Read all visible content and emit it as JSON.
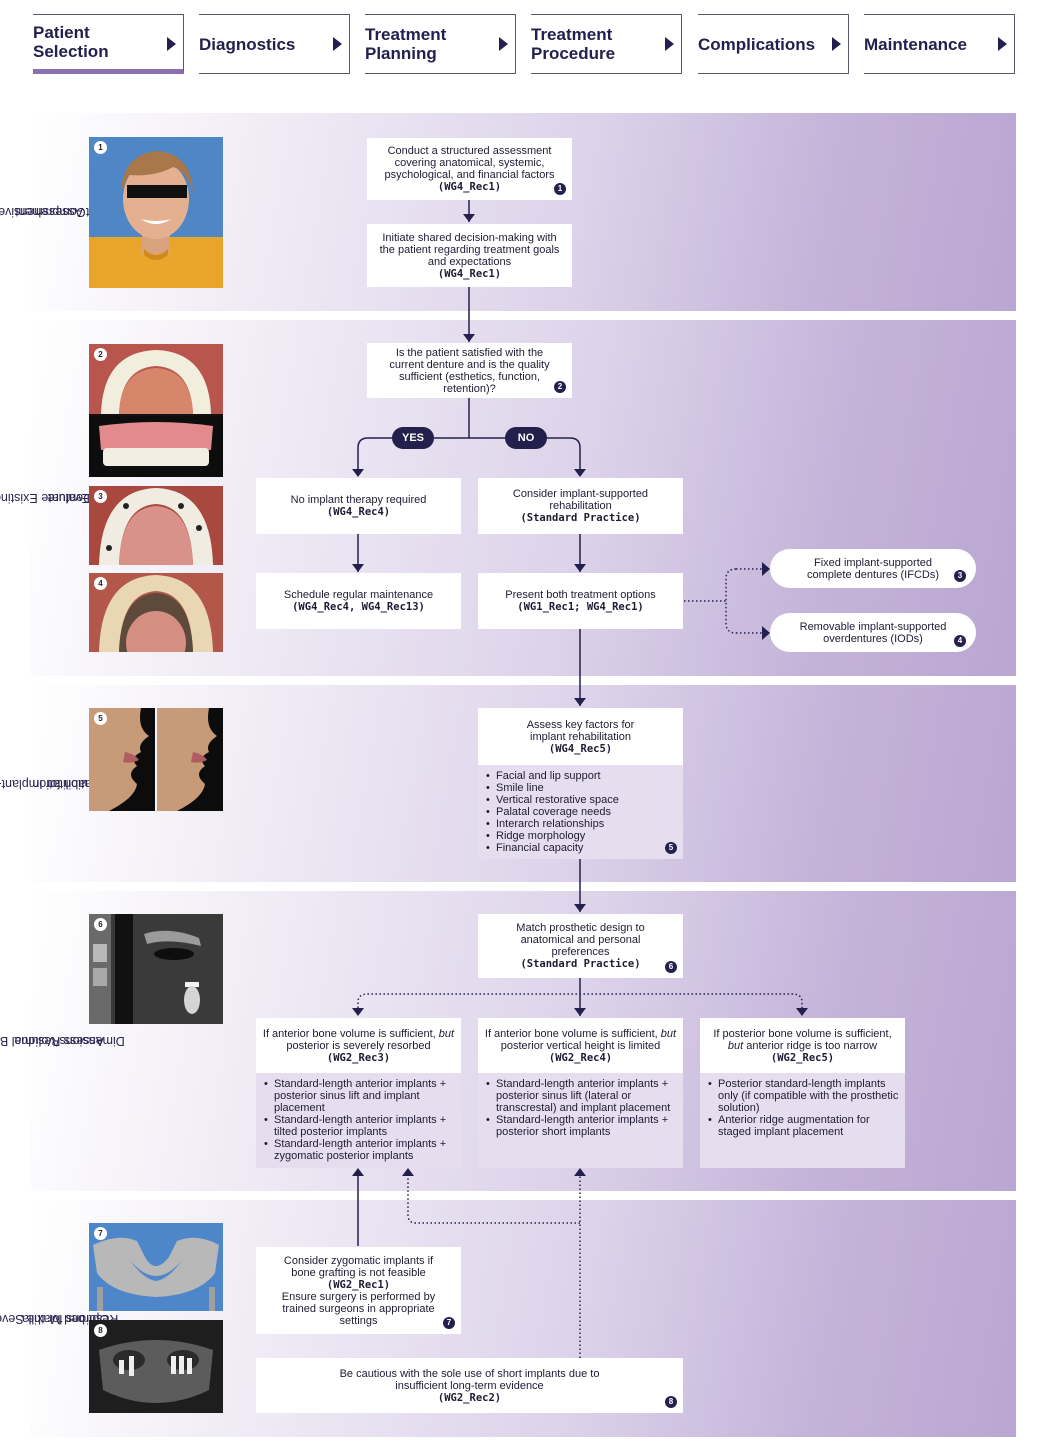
{
  "steps": [
    {
      "label": "Patient Selection",
      "active": true
    },
    {
      "label": "Diagnostics",
      "active": false
    },
    {
      "label": "Treatment Planning",
      "active": false
    },
    {
      "label": "Treatment Procedure",
      "active": false
    },
    {
      "label": "Complications",
      "active": false
    },
    {
      "label": "Maintenance",
      "active": false
    }
  ],
  "colors": {
    "navy": "#23204d",
    "active_underline": "#8b6fae",
    "lane_gradient_end": "#b9a6d2",
    "list_panel": "#e6deee"
  },
  "lanes": [
    {
      "title_line1": "Comprehensive",
      "title_line2": "Patient Assessment"
    },
    {
      "title_line1": "Evaluate Existing",
      "title_line2": "Denture"
    },
    {
      "title_line1": "Evaluation for Implant-Based",
      "title_line2": "Rehabilitation"
    },
    {
      "title_line1": "Assess Residual Bone",
      "title_line2": "Dimensions/Volume"
    },
    {
      "title_line1": "Options for the Severely",
      "title_line2": "Resorbed Maxilla"
    }
  ],
  "photos": [
    {
      "num": "1",
      "subject": "patient-portrait"
    },
    {
      "num": "2",
      "subject": "existing-denture"
    },
    {
      "num": "3",
      "subject": "fixed-implant-denture"
    },
    {
      "num": "4",
      "subject": "overdenture"
    },
    {
      "num": "5",
      "subject": "facial-profile"
    },
    {
      "num": "6",
      "subject": "cbct-scan"
    },
    {
      "num": "7",
      "subject": "3d-maxilla-reconstruction"
    },
    {
      "num": "8",
      "subject": "panoramic-xray"
    }
  ],
  "nodes": {
    "assessment": {
      "text": "Conduct a structured assessment covering anatomical, systemic, psychological, and financial factors",
      "ref": "(WG4_Rec1)",
      "badge": "1"
    },
    "shared_decision": {
      "text": "Initiate shared decision-making with the patient regarding treatment goals and expectations",
      "ref": "(WG4_Rec1)"
    },
    "satisfied_question": {
      "text": "Is the patient satisfied with the current denture and is the quality sufficient (esthetics, function, retention)?",
      "badge": "2"
    },
    "yes_label": "YES",
    "no_label": "NO",
    "no_implant": {
      "text": "No implant therapy required",
      "ref": "(WG4_Rec4)"
    },
    "consider_implant": {
      "text": "Consider implant-supported rehabilitation",
      "ref": "(Standard Practice)"
    },
    "schedule_maintenance": {
      "text": "Schedule regular maintenance",
      "ref": "(WG4_Rec4, WG4_Rec13)"
    },
    "present_options": {
      "text": "Present both treatment options",
      "ref": "(WG1_Rec1; WG4_Rec1)"
    },
    "option_fixed": {
      "text": "Fixed implant-supported complete dentures (IFCDs)",
      "badge": "3"
    },
    "option_removable": {
      "text": "Removable implant-supported overdentures (IODs)",
      "badge": "4"
    },
    "assess_factors": {
      "text": "Assess key factors for implant rehabilitation",
      "ref": "(WG4_Rec5)",
      "badge": "5",
      "items": [
        "Facial and lip support",
        "Smile line",
        "Vertical restorative space",
        "Palatal coverage needs",
        "Interarch relationships",
        "Ridge morphology",
        "Financial capacity"
      ]
    },
    "match_design": {
      "text": "Match prosthetic design to anatomical and personal preferences",
      "ref": "(Standard Practice)",
      "badge": "6"
    },
    "scenario_a": {
      "pre": "If anterior bone volume is sufficient,",
      "but": "but",
      "post": "posterior is severely resorbed",
      "ref": "(WG2_Rec3)",
      "items": [
        "Standard-length anterior implants + posterior sinus lift and implant placement",
        "Standard-length anterior implants + tilted posterior implants",
        "Standard-length anterior implants + zygomatic posterior implants"
      ]
    },
    "scenario_b": {
      "pre": "If anterior bone volume is sufficient,",
      "but": "but",
      "post": "posterior vertical height is limited",
      "ref": "(WG2_Rec4)",
      "items": [
        "Standard-length anterior implants + posterior sinus lift (lateral or transcrestal) and implant placement",
        "Standard-length anterior implants + posterior short implants"
      ]
    },
    "scenario_c": {
      "pre": "If posterior bone volume is sufficient,",
      "but": "but",
      "post": "anterior ridge is too narrow",
      "ref": "(WG2_Rec5)",
      "items": [
        "Posterior standard-length implants only (if compatible with the prosthetic solution)",
        "Anterior ridge augmentation for staged implant placement"
      ]
    },
    "zygomatic": {
      "text1": "Consider zygomatic implants if bone grafting is not feasible",
      "ref": "(WG2_Rec1)",
      "text2": "Ensure surgery is performed by trained surgeons in appropriate settings",
      "badge": "7"
    },
    "short_implants": {
      "text": "Be cautious with the sole use of short implants due to insufficient long-term evidence",
      "ref": "(WG2_Rec2)",
      "badge": "8"
    }
  }
}
